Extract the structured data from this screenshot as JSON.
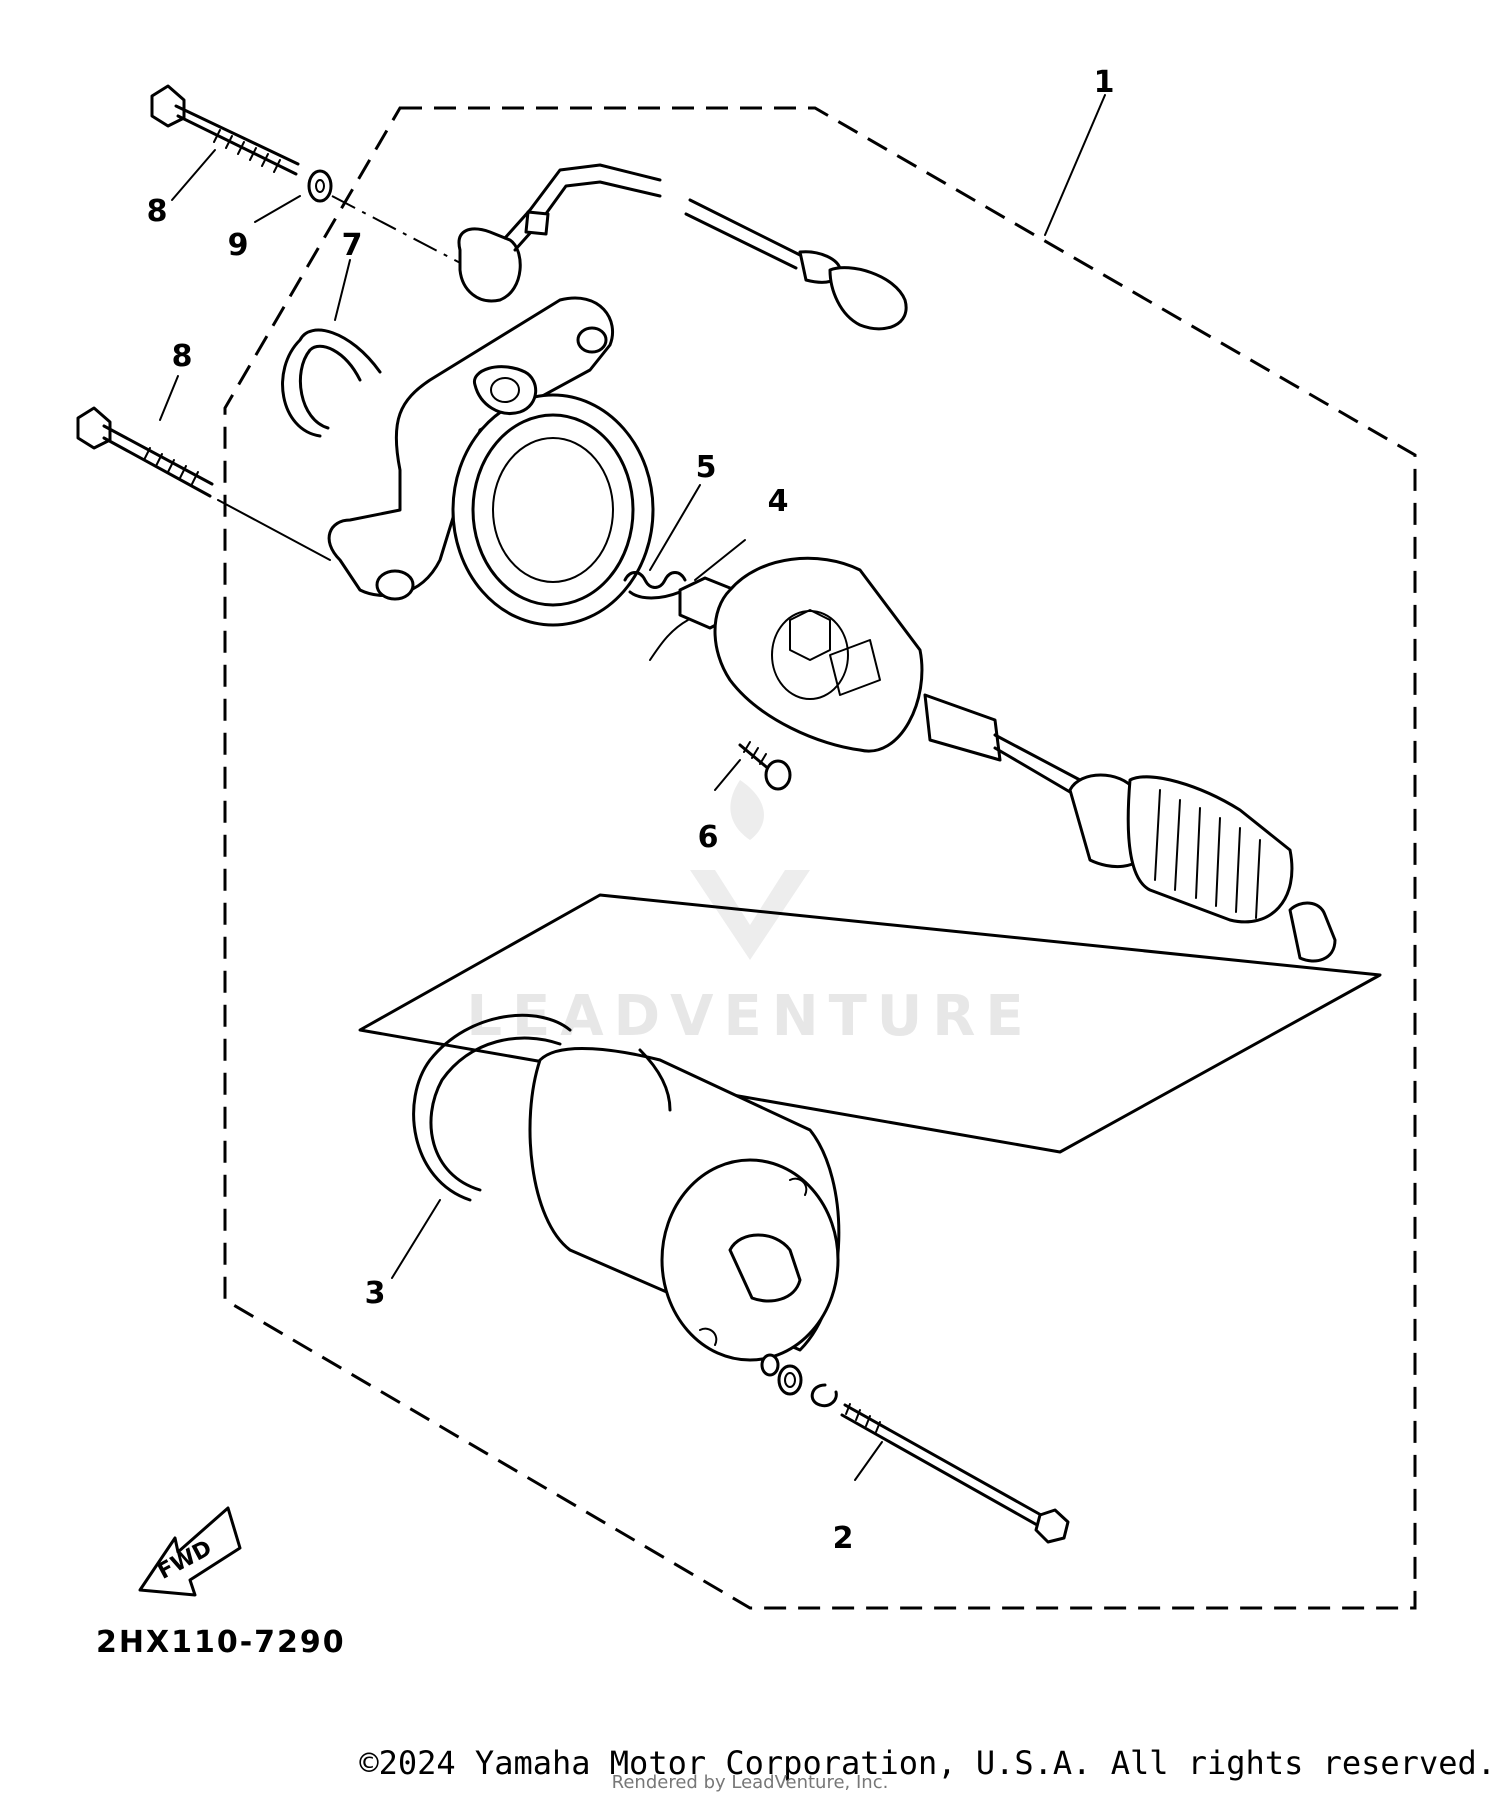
{
  "diagram": {
    "callouts": {
      "c1": "1",
      "c2": "2",
      "c3": "3",
      "c4": "4",
      "c5": "5",
      "c6": "6",
      "c7": "7",
      "c8a": "8",
      "c8b": "8",
      "c9": "9"
    },
    "drawing_code": "2HX110-7290",
    "direction_label": "FWD",
    "watermark_text": "LEADVENTURE"
  },
  "footer": {
    "copyright": "©2024 Yamaha Motor Corporation, U.S.A. All rights reserved.",
    "rendered_by": "Rendered by LeadVenture, Inc."
  }
}
